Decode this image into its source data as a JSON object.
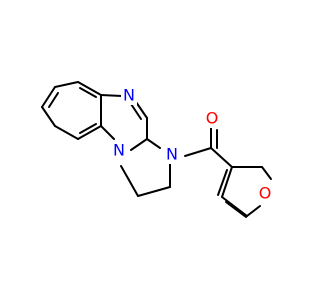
{
  "molecule": {
    "atoms": [
      {
        "id": "n_imine",
        "symbol": "N",
        "color": "#0000ff"
      },
      {
        "id": "n_bridge",
        "symbol": "N",
        "color": "#0000ff"
      },
      {
        "id": "n_amide",
        "symbol": "N",
        "color": "#0000ff"
      },
      {
        "id": "o_carbonyl",
        "symbol": "O",
        "color": "#ff0000"
      },
      {
        "id": "o_furan",
        "symbol": "O",
        "color": "#ff0000"
      }
    ],
    "bond_color": "#000000"
  }
}
